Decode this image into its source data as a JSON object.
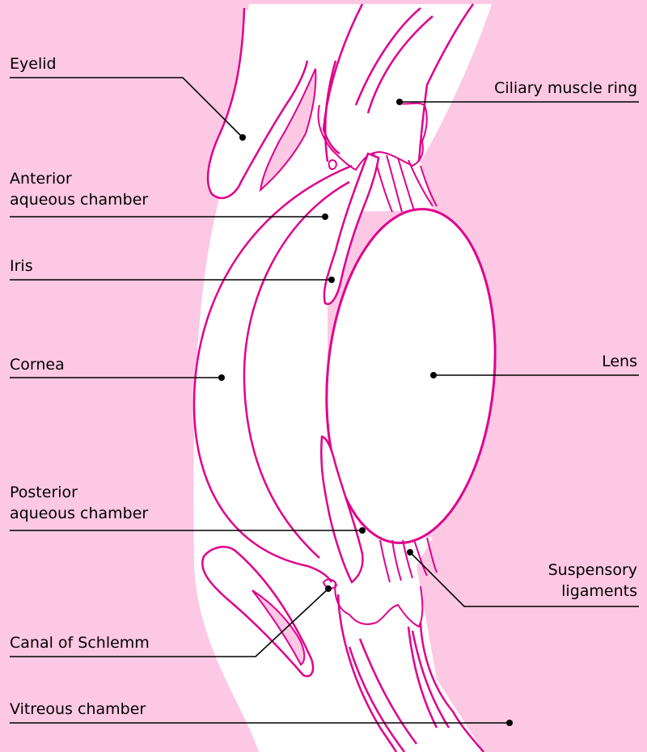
{
  "diagram": {
    "colors": {
      "background": "#fcc8e4",
      "structure_outline": "#e0008c",
      "tissue_fill": "#ffffff",
      "leader_line": "#000000"
    },
    "labels": {
      "eyelid": "Eyelid",
      "ciliary": "Ciliary muscle ring",
      "anterior": [
        "Anterior",
        "aqueous chamber"
      ],
      "iris": "Iris",
      "cornea": "Cornea",
      "lens": "Lens",
      "posterior": [
        "Posterior",
        "aqueous chamber"
      ],
      "suspensory": [
        "Suspensory",
        "ligaments"
      ],
      "schlemm": "Canal of Schlemm",
      "vitreous": "Vitreous chamber"
    }
  }
}
